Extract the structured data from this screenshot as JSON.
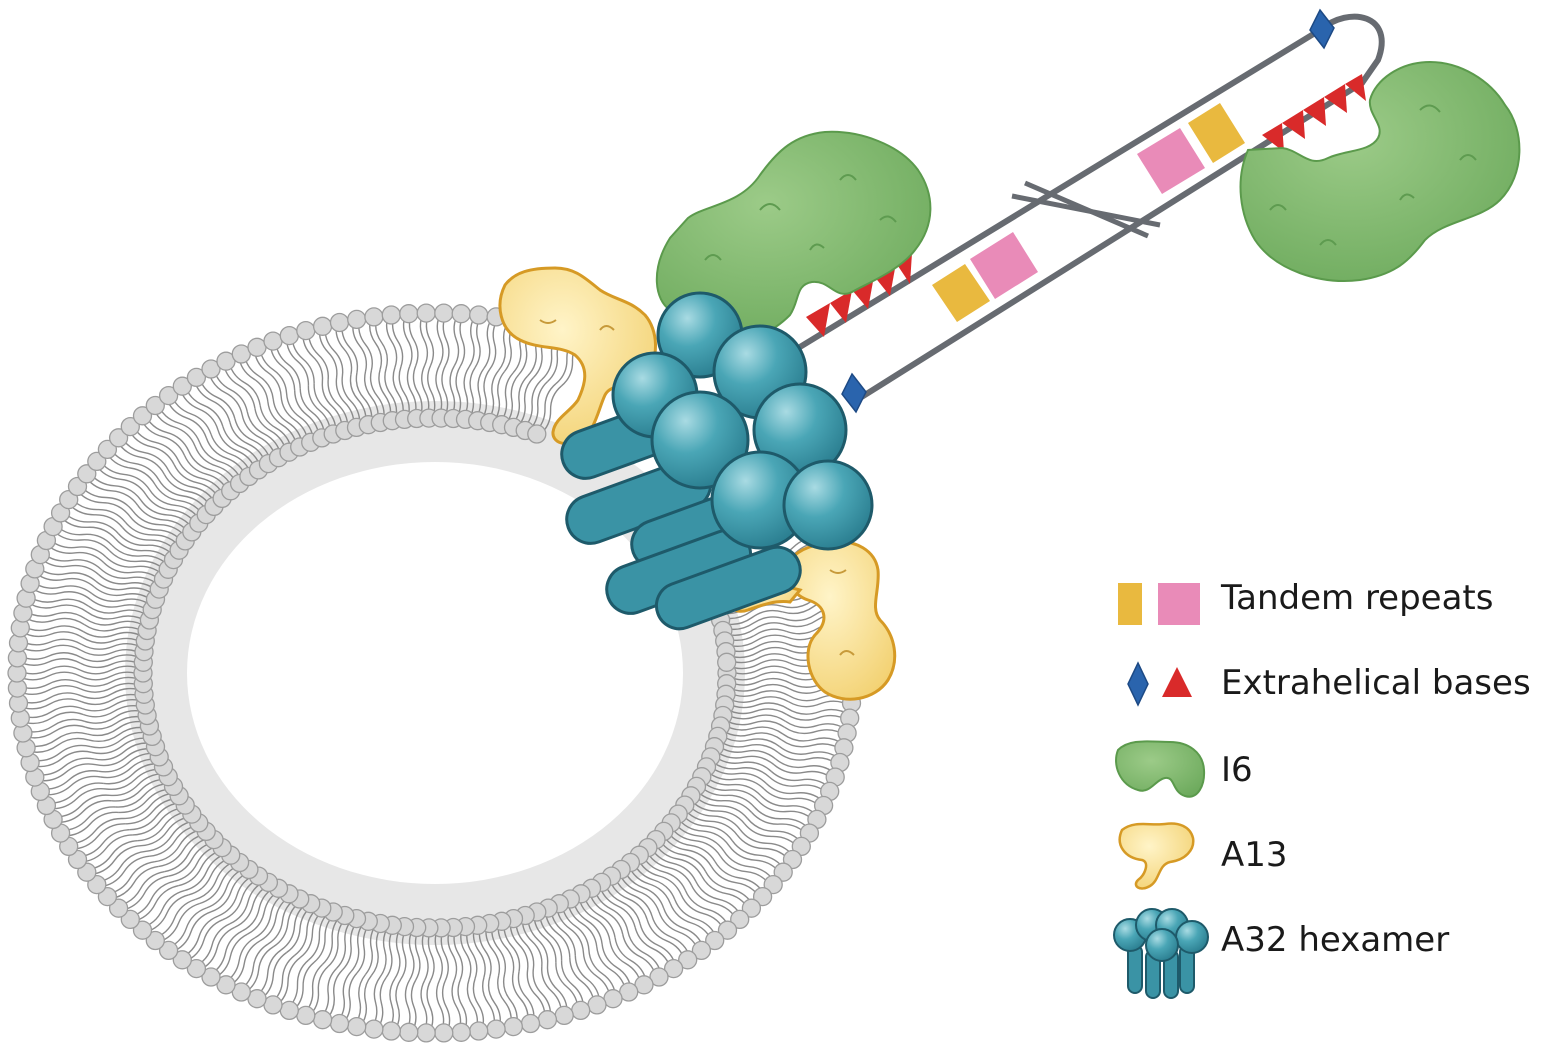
{
  "legend": {
    "items": [
      {
        "label": "Tandem repeats",
        "icon": "tandem-repeats-icon",
        "colors": [
          "#e9b93f",
          "#e98bb8"
        ]
      },
      {
        "label": "Extrahelical bases",
        "icon": "extrahelical-bases-icon",
        "colors": [
          "#2a64ad",
          "#d92a2a"
        ]
      },
      {
        "label": "I6",
        "icon": "i6-protein-icon",
        "colors": [
          "#7db46c"
        ]
      },
      {
        "label": "A13",
        "icon": "a13-protein-icon",
        "colors": [
          "#f6dd8e"
        ]
      },
      {
        "label": "A32 hexamer",
        "icon": "a32-hexamer-icon",
        "colors": [
          "#3a93a5"
        ]
      }
    ]
  },
  "colors": {
    "lipid_head": "#d6d6d6",
    "lipid_outline": "#9a9a9a",
    "dna_strand": "#666a70",
    "i6": "#7db46c",
    "a13": "#f6dd8e",
    "a32": "#3a93a5",
    "repeat_yellow": "#e9b93f",
    "repeat_pink": "#e98bb8",
    "base_blue": "#2a64ad",
    "base_red": "#d92a2a"
  }
}
